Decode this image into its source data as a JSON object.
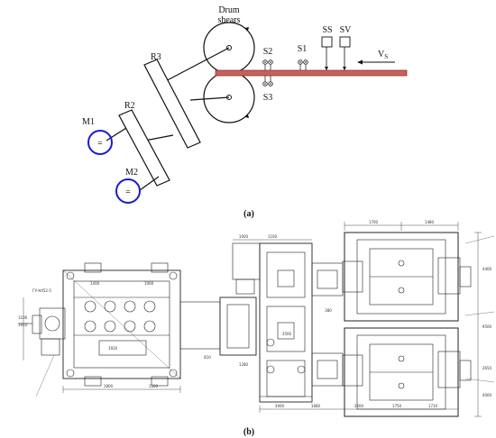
{
  "panel_a": {
    "caption": "(a)",
    "drum_label_line1": "Drum",
    "drum_label_line2": "shears",
    "labels": {
      "r3": "R3",
      "r2": "R2",
      "m1": "M1",
      "m2": "M2",
      "s1": "S1",
      "s2": "S2",
      "s3": "S3",
      "ss": "SS",
      "sv": "SV",
      "vs_main": "V",
      "vs_sub": "S"
    },
    "motor_symbol": "=",
    "colors": {
      "motor_ring": "#1a1ad6",
      "strip": "#c9605a"
    }
  },
  "panel_b": {
    "caption": "(b)",
    "dimension_texts": [
      "1700",
      "1480",
      "1100",
      "1400",
      "1060",
      "1920",
      "1800",
      "1500",
      "2600",
      "1680",
      "3000",
      "1750",
      "1710",
      "1280",
      "1000",
      "810",
      "9500",
      "4400",
      "2650",
      "380",
      "3500",
      "1100",
      "1910",
      "4000"
    ],
    "stamp_text": "ГУ-Н452-5"
  }
}
